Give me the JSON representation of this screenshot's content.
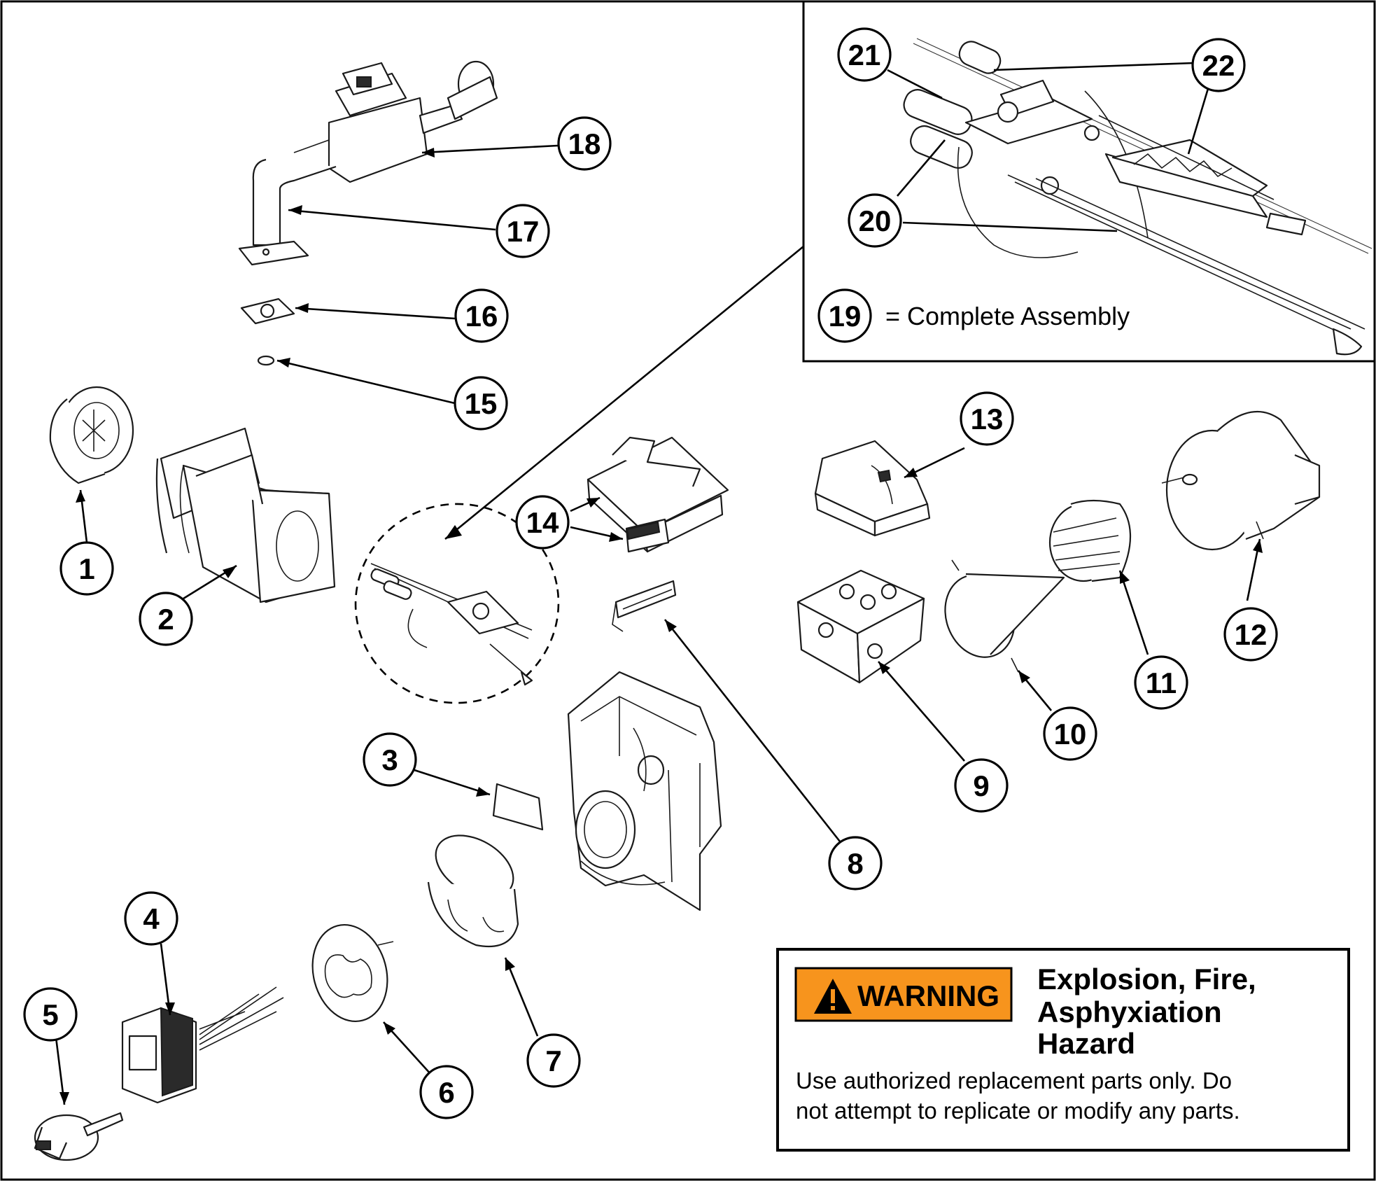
{
  "callouts": [
    {
      "id": "1",
      "label": "1"
    },
    {
      "id": "2",
      "label": "2"
    },
    {
      "id": "3",
      "label": "3"
    },
    {
      "id": "4",
      "label": "4"
    },
    {
      "id": "5",
      "label": "5"
    },
    {
      "id": "6",
      "label": "6"
    },
    {
      "id": "7",
      "label": "7"
    },
    {
      "id": "8",
      "label": "8"
    },
    {
      "id": "9",
      "label": "9"
    },
    {
      "id": "10",
      "label": "10"
    },
    {
      "id": "11",
      "label": "11"
    },
    {
      "id": "12",
      "label": "12"
    },
    {
      "id": "13",
      "label": "13"
    },
    {
      "id": "14",
      "label": "14"
    },
    {
      "id": "15",
      "label": "15"
    },
    {
      "id": "16",
      "label": "16"
    },
    {
      "id": "17",
      "label": "17"
    },
    {
      "id": "18",
      "label": "18"
    },
    {
      "id": "20",
      "label": "20"
    },
    {
      "id": "21",
      "label": "21"
    },
    {
      "id": "22",
      "label": "22"
    }
  ],
  "inset": {
    "assembly_number": "19",
    "assembly_text": "= Complete Assembly"
  },
  "warning": {
    "badge": "WARNING",
    "title_lines": [
      "Explosion, Fire,",
      "Asphyxiation",
      "Hazard"
    ],
    "body_lines": [
      "Use authorized replacement parts only.  Do",
      "not attempt to replicate or modify any parts."
    ],
    "badge_color": "#f7941d"
  }
}
